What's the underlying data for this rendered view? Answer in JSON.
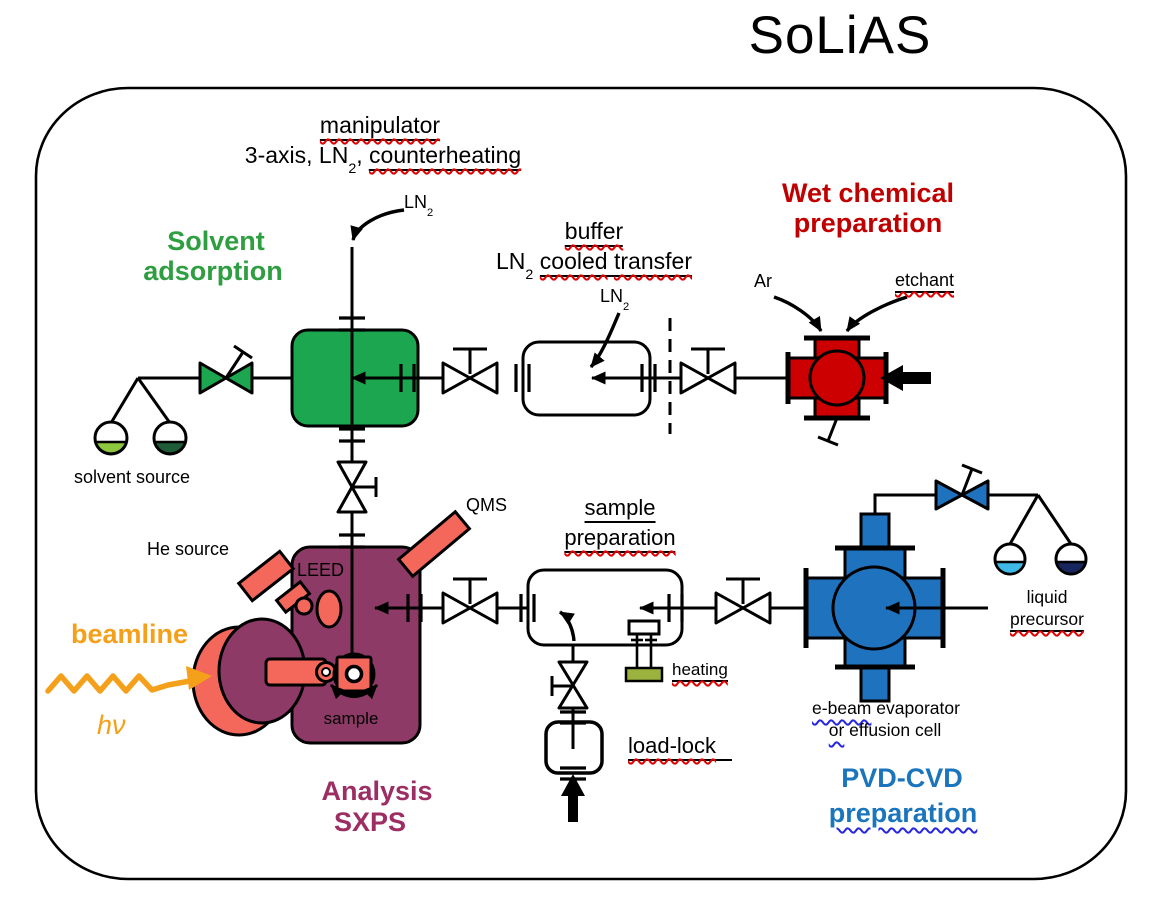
{
  "title": "SoLiAS",
  "colors": {
    "green_chamber": "#1CA64F",
    "green_text": "#2E9E41",
    "light_green": "#8DC63F",
    "dark_green": "#1F5C38",
    "red_chamber": "#CC0000",
    "dark_red_text": "#C00000",
    "purple_chamber": "#8E3A66",
    "purple_text": "#9C2E63",
    "salmon": "#F4685C",
    "blue_chamber": "#1F72BE",
    "blue_text": "#1B75BC",
    "light_blue": "#3FB9E6",
    "navy": "#17265C",
    "orange": "#F5A01B",
    "heater_green": "#9CB23F",
    "squiggle_red": "#E00000",
    "squiggle_blue": "#2626E0"
  },
  "manipulator": {
    "line1": "manipulator",
    "line2_pre": "3-axis, LN",
    "sub": "2",
    "line2_mid": ", ",
    "line2_flagged": "counterheating"
  },
  "ln2": {
    "base": "LN",
    "sub": "2"
  },
  "solvent": {
    "title1": "Solvent",
    "title2": "adsorption",
    "source": "solvent source"
  },
  "buffer": {
    "line1": "buffer",
    "ln": "LN",
    "sub": "2",
    "cooled": "cooled",
    "transfer": "transfer"
  },
  "wet": {
    "title1": "Wet chemical",
    "title2": "preparation",
    "ar": "Ar",
    "etchant": "etchant"
  },
  "analysis": {
    "title1": "Analysis",
    "title2": "SXPS",
    "he_source": "He source",
    "qms": "QMS",
    "leed": "LEED",
    "sample": "sample"
  },
  "beamline": {
    "label": "beamline",
    "h": "h",
    "nu": "ν"
  },
  "prep": {
    "line1": "sample",
    "line2": "preparation",
    "heating": "heating",
    "load_lock": "load-lock"
  },
  "pvd": {
    "title1": "PVD-CVD",
    "title2": "preparation",
    "ebeam": "e-beam",
    "evaporator": "evaporator",
    "or": "or",
    "effusion": "effusion cell",
    "liquid1": "liquid",
    "liquid2": "precursor"
  }
}
